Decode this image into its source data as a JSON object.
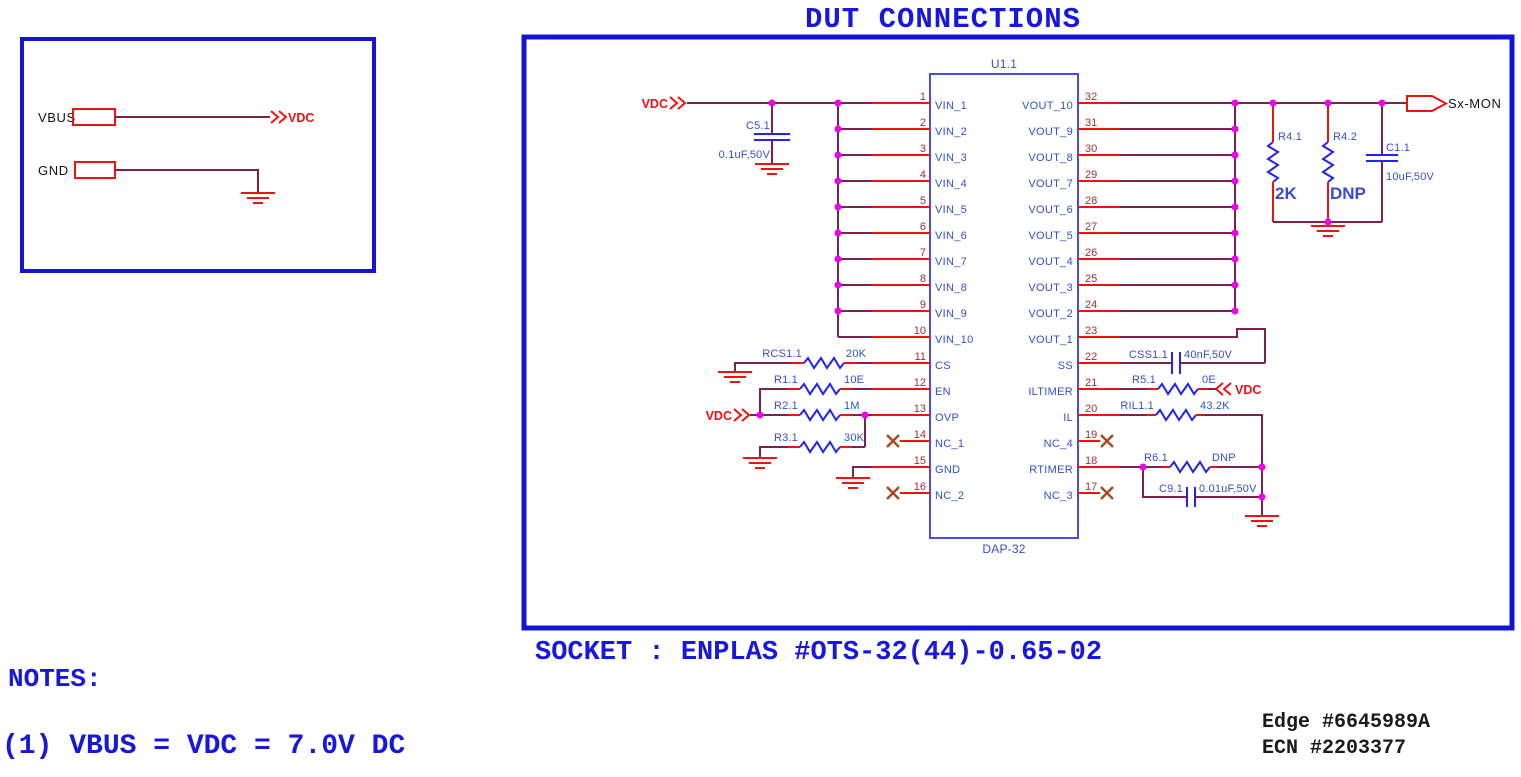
{
  "title": "DUT CONNECTIONS",
  "socket_note": "SOCKET : ENPLAS #OTS-32(44)-0.65-02",
  "notes": {
    "heading": "NOTES:",
    "line1": "(1) VBUS = VDC = 7.0V DC"
  },
  "revision": {
    "edge": "Edge #6645989A",
    "ecn": "ECN #2203377"
  },
  "input_box": {
    "vbus": "VBUS",
    "gnd": "GND"
  },
  "nets": {
    "vdc": "VDC",
    "sx_mon": "Sx-MON"
  },
  "ic": {
    "refdes": "U1.1",
    "package": "DAP-32",
    "left_pins": [
      {
        "num": "1",
        "name": "VIN_1"
      },
      {
        "num": "2",
        "name": "VIN_2"
      },
      {
        "num": "3",
        "name": "VIN_3"
      },
      {
        "num": "4",
        "name": "VIN_4"
      },
      {
        "num": "5",
        "name": "VIN_5"
      },
      {
        "num": "6",
        "name": "VIN_6"
      },
      {
        "num": "7",
        "name": "VIN_7"
      },
      {
        "num": "8",
        "name": "VIN_8"
      },
      {
        "num": "9",
        "name": "VIN_9"
      },
      {
        "num": "10",
        "name": "VIN_10"
      },
      {
        "num": "11",
        "name": "CS"
      },
      {
        "num": "12",
        "name": "EN"
      },
      {
        "num": "13",
        "name": "OVP"
      },
      {
        "num": "14",
        "name": "NC_1"
      },
      {
        "num": "15",
        "name": "GND"
      },
      {
        "num": "16",
        "name": "NC_2"
      }
    ],
    "right_pins": [
      {
        "num": "32",
        "name": "VOUT_10"
      },
      {
        "num": "31",
        "name": "VOUT_9"
      },
      {
        "num": "30",
        "name": "VOUT_8"
      },
      {
        "num": "29",
        "name": "VOUT_7"
      },
      {
        "num": "28",
        "name": "VOUT_6"
      },
      {
        "num": "27",
        "name": "VOUT_5"
      },
      {
        "num": "26",
        "name": "VOUT_4"
      },
      {
        "num": "25",
        "name": "VOUT_3"
      },
      {
        "num": "24",
        "name": "VOUT_2"
      },
      {
        "num": "23",
        "name": "VOUT_1"
      },
      {
        "num": "22",
        "name": "SS"
      },
      {
        "num": "21",
        "name": "ILTIMER"
      },
      {
        "num": "20",
        "name": "IL"
      },
      {
        "num": "19",
        "name": "NC_4"
      },
      {
        "num": "18",
        "name": "RTIMER"
      },
      {
        "num": "17",
        "name": "NC_3"
      }
    ]
  },
  "components": {
    "c5_1": {
      "ref": "C5.1",
      "value": "0.1uF,50V"
    },
    "rcs1_1": {
      "ref": "RCS1.1",
      "value": "20K"
    },
    "r1_1": {
      "ref": "R1.1",
      "value": "10E"
    },
    "r2_1": {
      "ref": "R2.1",
      "value": "1M"
    },
    "r3_1": {
      "ref": "R3.1",
      "value": "30K"
    },
    "css1_1": {
      "ref": "CSS1.1",
      "value": "40nF,50V"
    },
    "r5_1": {
      "ref": "R5.1",
      "value": "0E"
    },
    "ril1_1": {
      "ref": "RIL1.1",
      "value": "43.2K"
    },
    "r6_1": {
      "ref": "R6.1",
      "value": "DNP"
    },
    "c9_1": {
      "ref": "C9.1",
      "value": "0.01uF,50V"
    },
    "r4_1": {
      "ref": "R4.1",
      "value": "2K"
    },
    "r4_2": {
      "ref": "R4.2",
      "value": "DNP"
    },
    "c1_1": {
      "ref": "C1.1",
      "value": "10uF,50V"
    }
  },
  "colors": {
    "box_blue": "#1414d9",
    "ic_outline_blue": "#4a4af0",
    "label_blue": "#3350cc",
    "symbol_blue": "#2424ee",
    "wire_maroon": "#7c2150",
    "pin_red": "#ee1212",
    "junction_magenta": "#ef00ef",
    "pin_number_red": "#a03030",
    "nc_x_brown": "#a7491f",
    "text_black": "#1a1a1a"
  }
}
